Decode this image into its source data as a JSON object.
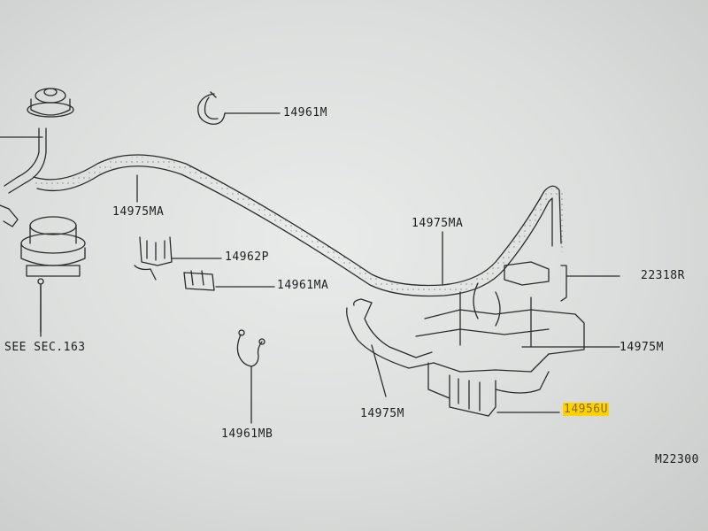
{
  "diagram": {
    "labels": {
      "p14961M": "14961M",
      "p14975MA_left": "14975MA",
      "p14975MA_mid": "14975MA",
      "p14962P": "14962P",
      "p14961MA": "14961MA",
      "p22318R": "22318R",
      "p14975M_right": "14975M",
      "p14975M_bottom": "14975M",
      "p14956U": "14956U",
      "p14961MB": "14961MB",
      "see_sec": "SEE SEC.163",
      "figure_code": "M22300"
    },
    "highlighted_part": "14956U",
    "colors": {
      "highlight": "#ffd200",
      "line": "#2a2a2a",
      "paper": "#e4e6e5"
    }
  }
}
